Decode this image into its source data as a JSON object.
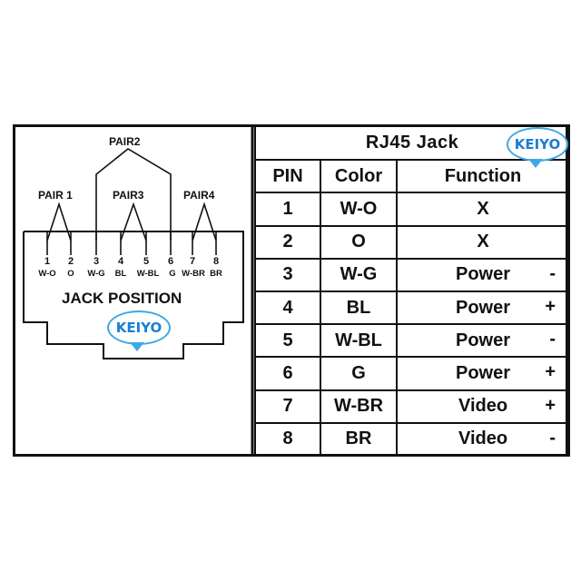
{
  "diagram": {
    "pair_labels": {
      "pair1": "PAIR 1",
      "pair2": "PAIR2",
      "pair3": "PAIR3",
      "pair4": "PAIR4"
    },
    "pins": [
      {
        "num": "1",
        "color": "W-O"
      },
      {
        "num": "2",
        "color": "O"
      },
      {
        "num": "3",
        "color": "W-G"
      },
      {
        "num": "4",
        "color": "BL"
      },
      {
        "num": "5",
        "color": "W-BL"
      },
      {
        "num": "6",
        "color": "G"
      },
      {
        "num": "7",
        "color": "W-BR"
      },
      {
        "num": "8",
        "color": "BR"
      }
    ],
    "jack_position": "JACK POSITION"
  },
  "table": {
    "title": "RJ45 Jack",
    "headers": {
      "pin": "PIN",
      "color": "Color",
      "function": "Function"
    },
    "rows": [
      {
        "pin": "1",
        "color": "W-O",
        "function": "X",
        "sign": ""
      },
      {
        "pin": "2",
        "color": "O",
        "function": "X",
        "sign": ""
      },
      {
        "pin": "3",
        "color": "W-G",
        "function": "Power",
        "sign": "-"
      },
      {
        "pin": "4",
        "color": "BL",
        "function": "Power",
        "sign": "+"
      },
      {
        "pin": "5",
        "color": "W-BL",
        "function": "Power",
        "sign": "-"
      },
      {
        "pin": "6",
        "color": "G",
        "function": "Power",
        "sign": "+"
      },
      {
        "pin": "7",
        "color": "W-BR",
        "function": "Video",
        "sign": "+"
      },
      {
        "pin": "8",
        "color": "BR",
        "function": "Video",
        "sign": "-"
      }
    ]
  },
  "watermark": {
    "text": "KEIYO",
    "color": "#1b7fd0"
  }
}
